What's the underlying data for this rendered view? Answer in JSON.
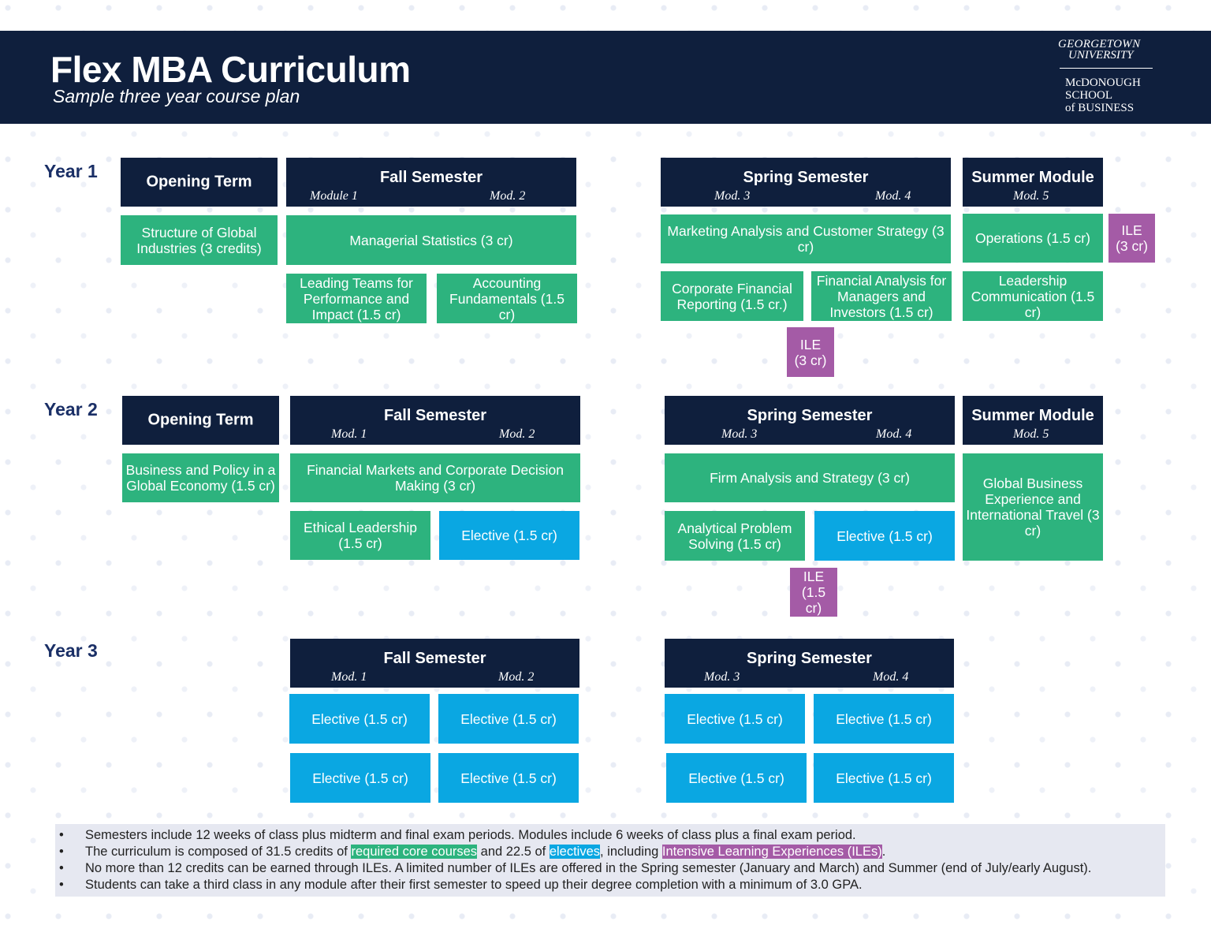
{
  "header": {
    "title": "Flex MBA Curriculum",
    "subtitle": "Sample three year course plan",
    "logo": {
      "line1": "GEORGETOWN",
      "line2": "UNIVERSITY",
      "line3": "McDONOUGH",
      "line4": "SCHOOL",
      "line5": "of BUSINESS"
    }
  },
  "colors": {
    "navy": "#0f1f3d",
    "core": "#2db37e",
    "elective": "#0aa7e2",
    "ile": "#a45ba6",
    "year_label": "#1a2f66"
  },
  "year1": {
    "label": "Year 1",
    "opening": {
      "title": "Opening Term"
    },
    "fall": {
      "title": "Fall Semester",
      "mod_left": "Module 1",
      "mod_right": "Mod. 2"
    },
    "spring": {
      "title": "Spring Semester",
      "mod_left": "Mod. 3",
      "mod_right": "Mod. 4"
    },
    "summer": {
      "title": "Summer Module",
      "mod": "Mod. 5"
    },
    "courses": {
      "structure": "Structure of Global Industries (3 credits)",
      "managerial_stats": "Managerial Statistics (3 cr)",
      "leading_teams": "Leading Teams for Performance and Impact (1.5 cr)",
      "accounting": "Accounting Fundamentals (1.5 cr)",
      "marketing": "Marketing Analysis and Customer Strategy (3 cr)",
      "corp_fin_reporting": "Corporate Financial Reporting (1.5 cr.)",
      "fin_analysis": "Financial Analysis for Managers and Investors (1.5 cr)",
      "operations": "Operations (1.5 cr)",
      "leadership_comm": "Leadership Communication (1.5 cr)",
      "ile_summer_a": "ILE",
      "ile_summer_b": "(3 cr)",
      "ile_spring_a": "ILE",
      "ile_spring_b": "(3 cr)"
    }
  },
  "year2": {
    "label": "Year 2",
    "opening": {
      "title": "Opening Term"
    },
    "fall": {
      "title": "Fall Semester",
      "mod_left": "Mod. 1",
      "mod_right": "Mod. 2"
    },
    "spring": {
      "title": "Spring Semester",
      "mod_left": "Mod. 3",
      "mod_right": "Mod. 4"
    },
    "summer": {
      "title": "Summer Module",
      "mod": "Mod. 5"
    },
    "courses": {
      "business_policy": "Business and Policy in a Global Economy (1.5 cr)",
      "fin_markets": "Financial Markets and Corporate Decision Making (3 cr)",
      "ethical": "Ethical Leadership (1.5 cr)",
      "elective_fall": "Elective (1.5 cr)",
      "firm_analysis": "Firm Analysis and Strategy (3 cr)",
      "analytical": "Analytical Problem Solving (1.5 cr)",
      "elective_spring": "Elective (1.5 cr)",
      "global_business": "Global Business Experience and International Travel (3 cr)",
      "ile_a": "ILE",
      "ile_b": "(1.5 cr)"
    }
  },
  "year3": {
    "label": "Year 3",
    "fall": {
      "title": "Fall Semester",
      "mod_left": "Mod. 1",
      "mod_right": "Mod. 2"
    },
    "spring": {
      "title": "Spring Semester",
      "mod_left": "Mod. 3",
      "mod_right": "Mod. 4"
    },
    "electives": [
      "Elective (1.5 cr)",
      "Elective (1.5 cr)",
      "Elective (1.5 cr)",
      "Elective (1.5 cr)",
      "Elective (1.5 cr)",
      "Elective (1.5 cr)",
      "Elective (1.5 cr)",
      "Elective (1.5 cr)"
    ]
  },
  "notes": {
    "bullet": "•",
    "n1": "Semesters include 12 weeks of class plus midterm and final exam periods. Modules include 6 weeks of class plus a final exam period.",
    "n2_a": "The curriculum is composed of 31.5 credits of ",
    "n2_core": "required core courses",
    "n2_b": " and 22.5 of ",
    "n2_elec": "electives",
    "n2_c": ", including ",
    "n2_ile": "Intensive Learning Experiences (ILEs)",
    "n2_d": ".",
    "n3": "No more than 12 credits can be earned through ILEs. A limited number of ILEs are offered in the Spring semester (January and March) and Summer (end of July/early August).",
    "n4": "Students can take a third class in any module after their first semester to speed up their degree completion with a minimum of 3.0 GPA."
  }
}
